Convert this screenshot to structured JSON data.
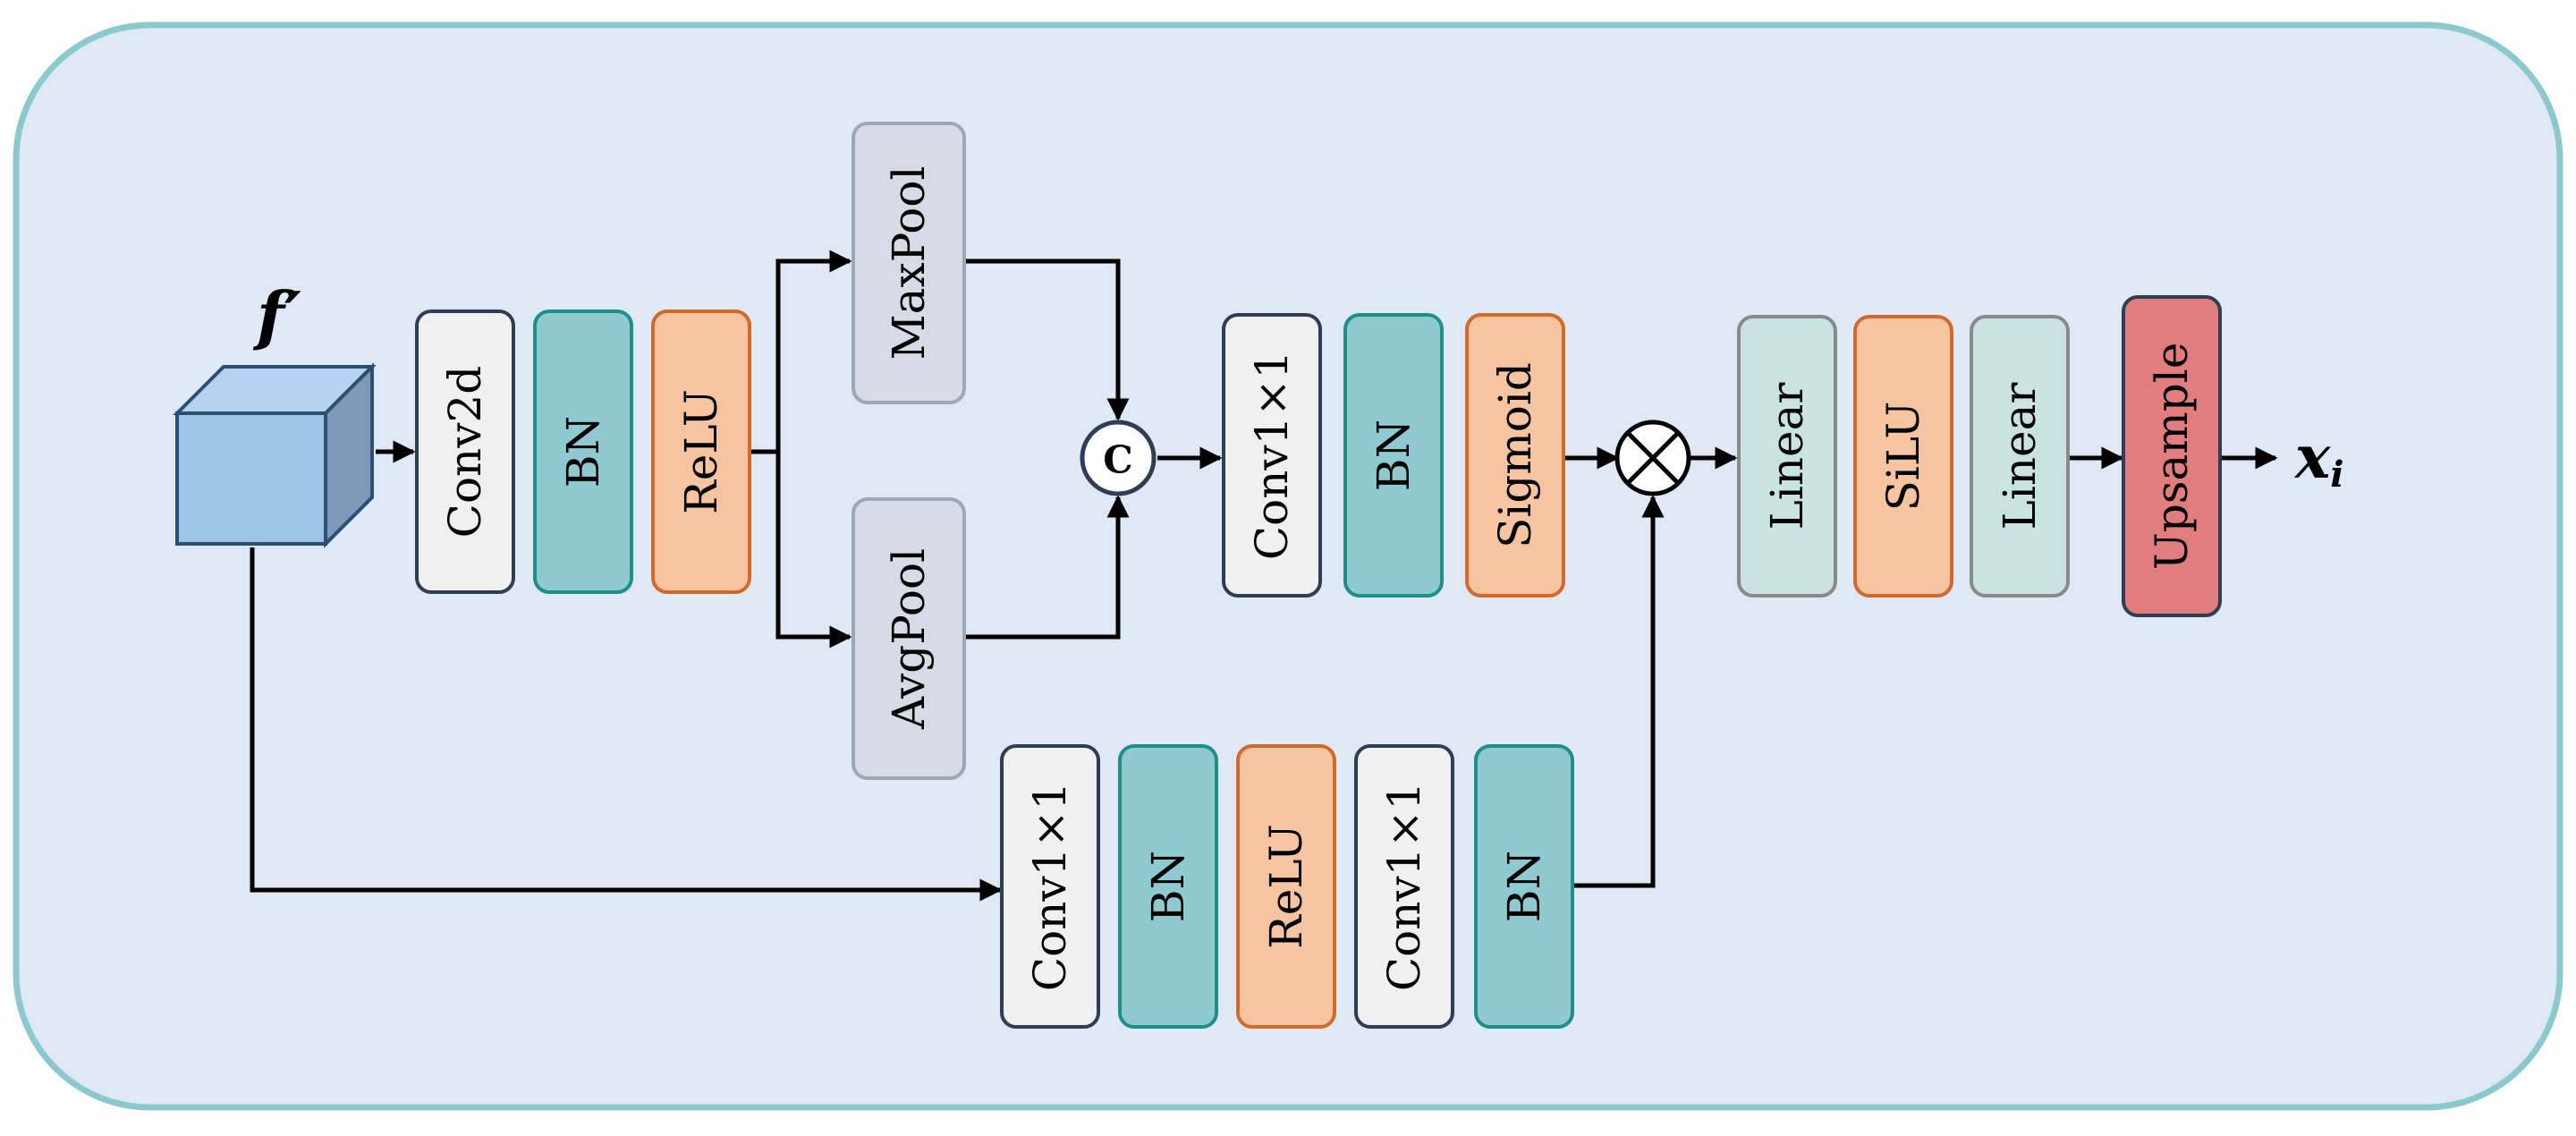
{
  "input": {
    "label": "f′"
  },
  "output": {
    "label": "x",
    "subscript": "i"
  },
  "ops": {
    "concat": "C",
    "multiply": "⊗"
  },
  "colors": {
    "background": "#dfe9f5",
    "border": "#8cc9cd",
    "cube_front": "#9dc3e6",
    "cube_top": "#b5d3ee",
    "cube_side": "#7d9ab8",
    "cube_edge": "#2f4e74",
    "conv_fill": "#f0f0f0",
    "conv_stroke": "#2f3d55",
    "bn_fill": "#8ecacf",
    "bn_stroke": "#1f8f8a",
    "relu_fill": "#f7c4a1",
    "relu_stroke": "#d26a2b",
    "pool_fill": "#d6dbe5",
    "pool_stroke": "#9ca7ba",
    "linear_fill": "#c9e3e2",
    "linear_stroke": "#8a8a8a",
    "upsample_fill": "#e27d7d",
    "upsample_stroke": "#2f3d55"
  },
  "blocks": {
    "conv2d": "Conv2d",
    "bn1": "BN",
    "relu1": "ReLU",
    "maxpool": "MaxPool",
    "avgpool": "AvgPool",
    "conv1x1_a": "Conv1×1",
    "bn2": "BN",
    "sigmoid": "Sigmoid",
    "linear1": "Linear",
    "silu": "SiLU",
    "linear2": "Linear",
    "upsample": "Upsample",
    "conv1x1_b": "Conv1×1",
    "bn3": "BN",
    "relu2": "ReLU",
    "conv1x1_c": "Conv1×1",
    "bn4": "BN"
  }
}
